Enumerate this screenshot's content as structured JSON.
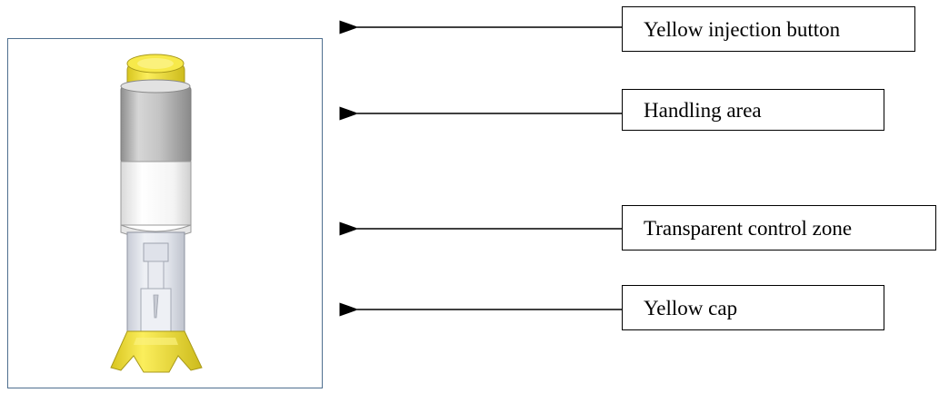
{
  "labels": {
    "injection_button": "Yellow injection button",
    "handling_area": "Handling area",
    "control_zone": "Transparent control zone",
    "cap": "Yellow cap"
  },
  "colors": {
    "frame_border": "#4f6f8f",
    "pen_yellow": "#f2df3c",
    "pen_yellow_dark": "#c9b81e",
    "pen_grey": "#b9b9b9",
    "pen_white": "#f7f7f7",
    "arrow": "#000000"
  }
}
